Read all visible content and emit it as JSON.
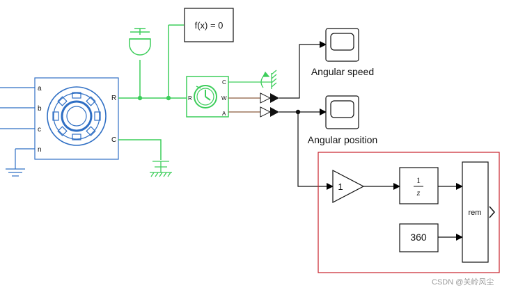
{
  "motor": {
    "ports_left": [
      "a",
      "b",
      "c",
      "n"
    ],
    "ports_right": [
      "R",
      "C"
    ]
  },
  "sensor": {
    "port_left": "R",
    "ports_right": [
      "C",
      "W",
      "A"
    ]
  },
  "fcn_block": {
    "label": "f(x) = 0"
  },
  "scopes": [
    {
      "label": "Angular speed"
    },
    {
      "label": "Angular position"
    }
  ],
  "gain_block": {
    "value": "1"
  },
  "delay_block": {
    "numerator": "1",
    "denominator": "z"
  },
  "constant_block": {
    "value": "360"
  },
  "rem_block": {
    "label": "rem"
  },
  "watermark": "CSDN @关岭风尘",
  "colors": {
    "motor_blue": "#2f6fc4",
    "signal_green": "#3ccd5a",
    "signal_brown": "#8b5a3c",
    "subsystem_red": "#c8202a",
    "text_dark": "#111111"
  }
}
